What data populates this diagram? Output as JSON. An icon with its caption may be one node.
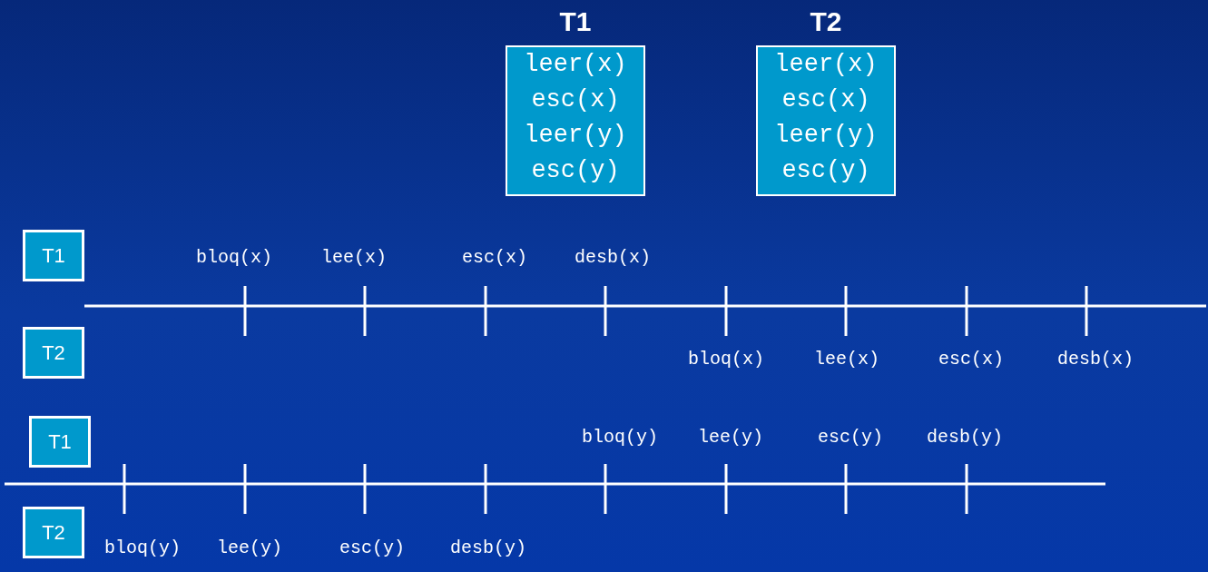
{
  "diagram": {
    "nodes": [
      {
        "text": [
          "T1",
          "leer(x)",
          "esc(x)",
          "leer(y)",
          "esc(y)"
        ]
      },
      {
        "text": [
          "T2",
          "leer(x)",
          "esc(x)",
          "leer(y)",
          "esc(y)"
        ]
      },
      {
        "text": [
          "T1"
        ]
      },
      {
        "text": [
          "T2"
        ]
      },
      {
        "text": [
          "T1"
        ]
      },
      {
        "text": [
          "T2"
        ]
      }
    ],
    "labels": [
      "bloq(x)",
      "lee(x)",
      "esc(x)",
      "desb(x)",
      "bloq(x)",
      "lee(x)",
      "esc(x)",
      "desb(x)",
      "bloq(y)",
      "lee(y)",
      "esc(y)",
      "desb(y)",
      "bloq(y)",
      "lee(y)",
      "esc(y)",
      "desb(y)"
    ]
  }
}
